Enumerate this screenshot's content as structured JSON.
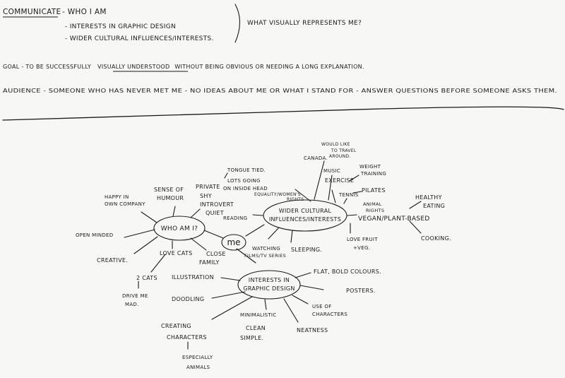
{
  "header": {
    "communicate_label": "Communicate",
    "communicate_main": "- Who I am",
    "communicate_items": [
      "- Interests in graphic design",
      "- Wider cultural influences/interests."
    ],
    "question": "What visually represents me?",
    "goal_prefix": "Goal - to be successfully",
    "goal_underlined": "visually understood",
    "goal_suffix": "without being obvious or needing a long explanation.",
    "audience": "Audience - someone who has never met me - no ideas about me or what I stand for - answer questions before someone asks them."
  },
  "mindmap": {
    "center": "me",
    "hubs": {
      "who": [
        "Who am I?"
      ],
      "cultural": [
        "Wider cultural",
        "influences/interests"
      ],
      "graphic": [
        "Interests in",
        "Graphic Design"
      ]
    },
    "who_branches": {
      "happy": [
        "Happy in",
        "own company"
      ],
      "humour": [
        "Sense of",
        "humour"
      ],
      "private_group": [
        "Private",
        "shy",
        "introvert",
        "quiet"
      ],
      "tongue": [
        "Tongue tied."
      ],
      "inside": [
        "Lots going",
        "on inside head"
      ],
      "open": [
        "Open minded"
      ],
      "creative": [
        "Creative."
      ],
      "lovecats": [
        "Love cats"
      ],
      "family": [
        "Close",
        "family"
      ],
      "cats": [
        "2 cats"
      ],
      "drive": [
        "drive me",
        "mad."
      ]
    },
    "cultural_branches": {
      "canada": [
        "Canada."
      ],
      "travel": [
        "would like",
        "to travel",
        "around."
      ],
      "music": [
        "music"
      ],
      "weight": [
        "weight",
        "training"
      ],
      "exercise": [
        "exercise"
      ],
      "equality": [
        "equality/women's",
        "rights"
      ],
      "tennis": [
        "Tennis"
      ],
      "pilates": [
        "pilates"
      ],
      "animal": [
        "animal",
        "rights"
      ],
      "healthy": [
        "healthy",
        "eating"
      ],
      "reading": [
        "Reading"
      ],
      "vegan": [
        "Vegan/plant-based"
      ],
      "cooking": [
        "Cooking."
      ],
      "fruit": [
        "Love fruit",
        "+veg."
      ],
      "sleeping": [
        "Sleeping."
      ],
      "films": [
        "watching",
        "films/TV series"
      ]
    },
    "graphic_branches": {
      "illustration": [
        "Illustration"
      ],
      "flat": [
        "Flat, bold colours."
      ],
      "posters": [
        "Posters."
      ],
      "doodling": [
        "Doodling"
      ],
      "characters_use": [
        "Use of",
        "characters"
      ],
      "minimal": [
        "Minimalistic",
        "clean",
        "simple."
      ],
      "creating": [
        "Creating",
        "characters"
      ],
      "neatness": [
        "Neatness"
      ],
      "animals": [
        "especially",
        "animals"
      ]
    }
  }
}
